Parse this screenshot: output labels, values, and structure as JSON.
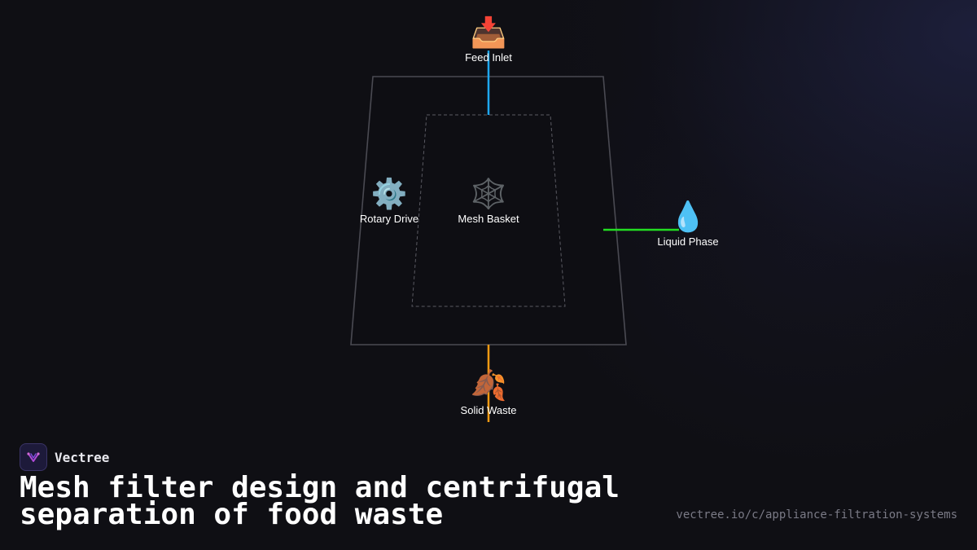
{
  "diagram": {
    "nodes": {
      "feed_inlet": {
        "icon": "📥",
        "icon_name": "inbox-tray-icon",
        "label": "Feed Inlet"
      },
      "rotary_drive": {
        "icon": "⚙️",
        "icon_name": "gear-icon",
        "label": "Rotary Drive"
      },
      "mesh_basket": {
        "icon": "🕸️",
        "icon_name": "spider-web-icon",
        "label": "Mesh Basket"
      },
      "liquid_phase": {
        "icon": "💧",
        "icon_name": "droplet-icon",
        "label": "Liquid Phase"
      },
      "solid_waste": {
        "icon": "🍂",
        "icon_name": "fallen-leaves-icon",
        "label": "Solid Waste"
      }
    },
    "colors": {
      "feed_line": "#1ea7f0",
      "liquid_line": "#22dd22",
      "solid_line": "#f59a12",
      "housing_outline": "#4a4a52",
      "basket_outline": "#5a5a62"
    }
  },
  "brand": {
    "name": "Vectree"
  },
  "footer": {
    "title": "Mesh filter design and centrifugal separation of food waste",
    "url": "vectree.io/c/appliance-filtration-systems"
  }
}
